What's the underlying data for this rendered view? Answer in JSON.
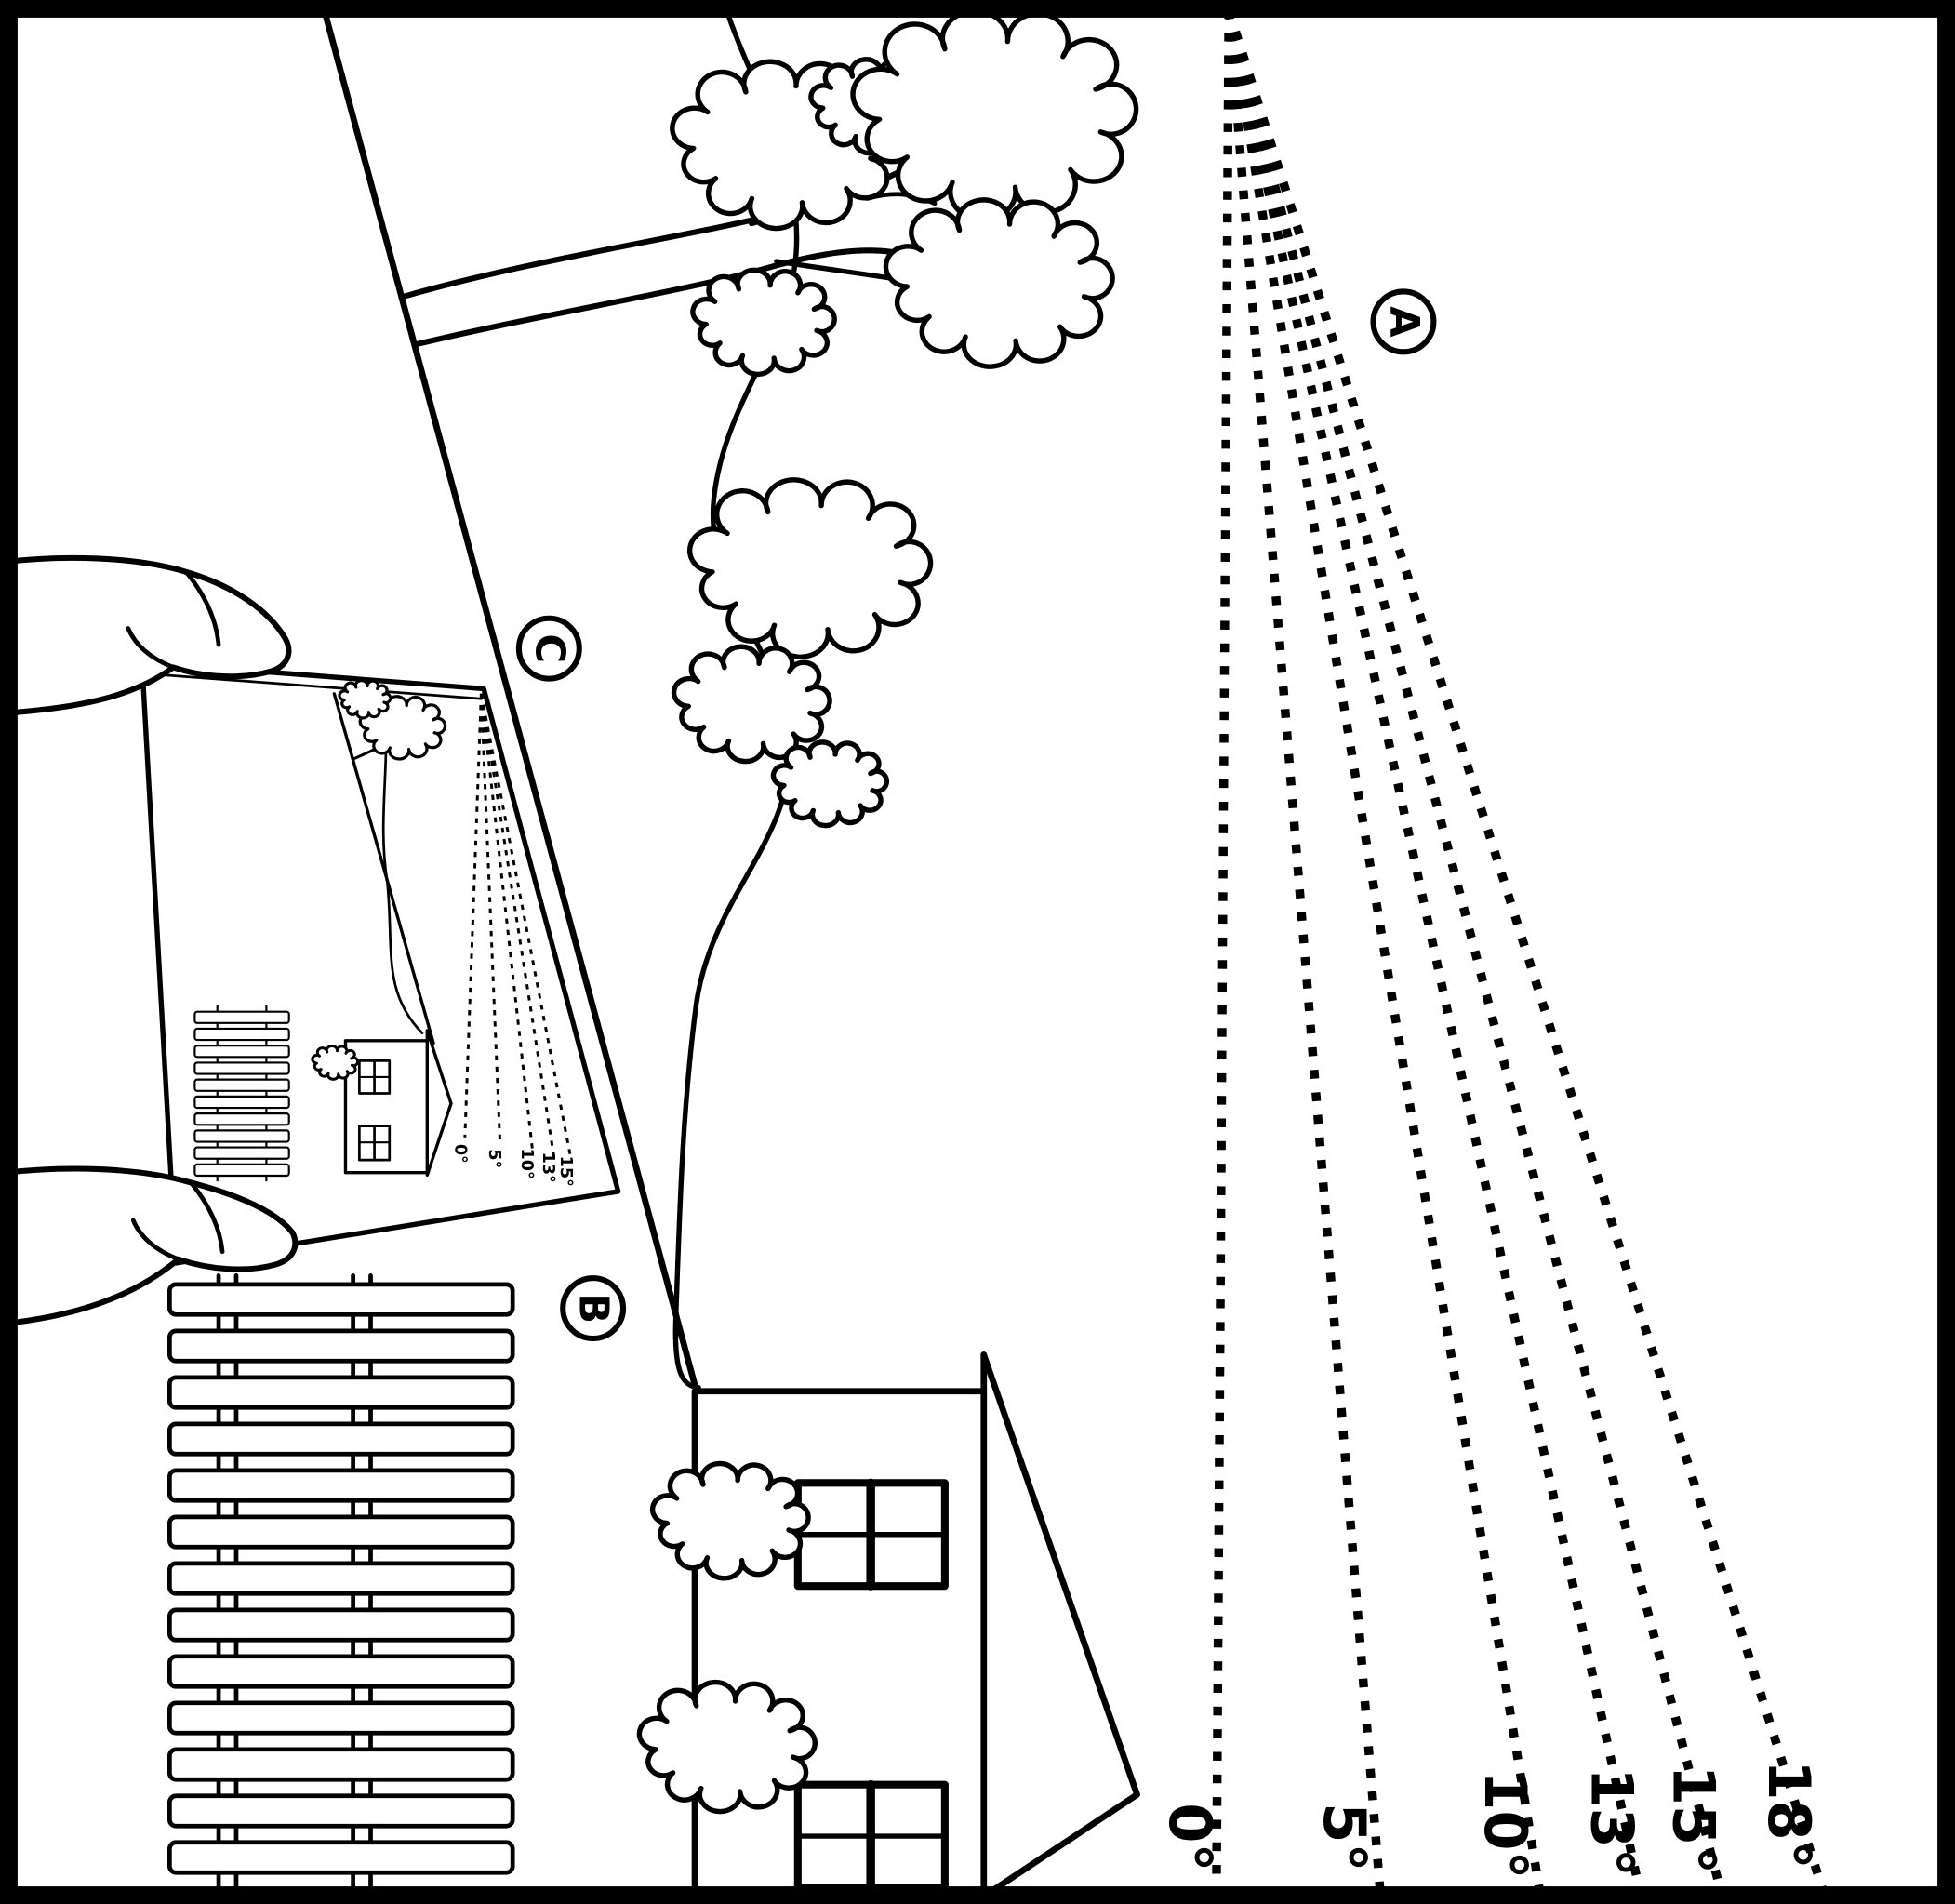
{
  "figure": {
    "colors": {
      "ink": "#000000",
      "paper": "#ffffff"
    },
    "callouts": [
      {
        "label": "A"
      },
      {
        "label": "B"
      },
      {
        "label": "C"
      }
    ],
    "sight_fan": {
      "labels": [
        "0°",
        "5°",
        "10°",
        "13°",
        "15°",
        "18°"
      ]
    },
    "card_fan": {
      "labels": [
        "0°",
        "5°",
        "10°",
        "13°",
        "15°"
      ]
    }
  }
}
